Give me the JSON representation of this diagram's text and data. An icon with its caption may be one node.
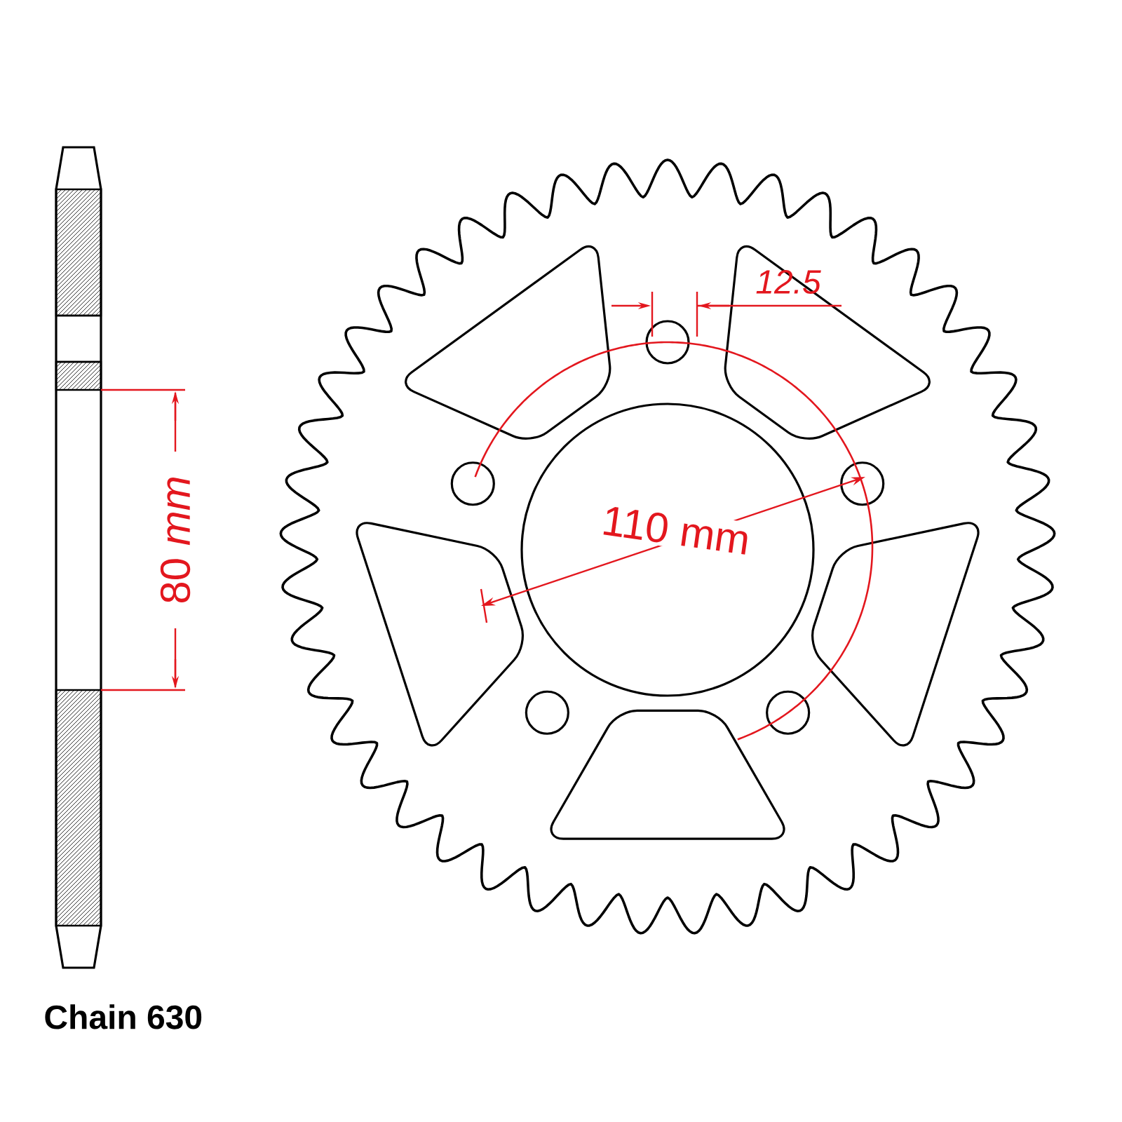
{
  "diagram": {
    "labels": [
      "12.5",
      "110 mm",
      "80 *mm*",
      "Chain 630"
    ]
  }
}
